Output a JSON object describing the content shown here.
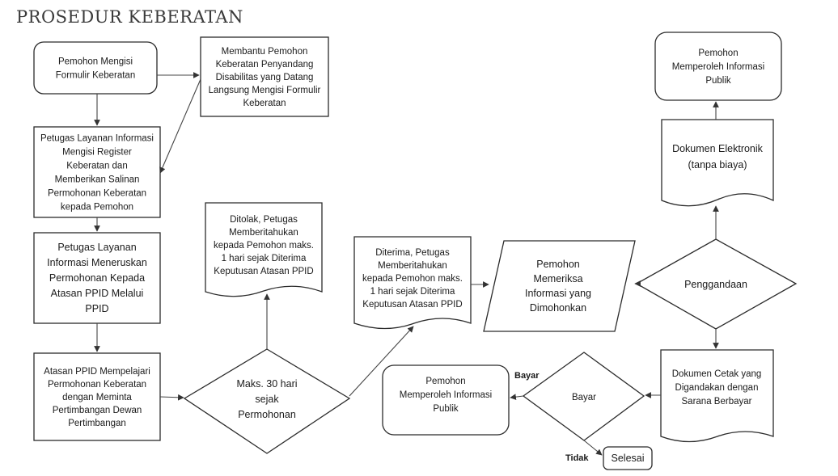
{
  "title": "PROSEDUR KEBERATAN",
  "nodes": {
    "n1": [
      "Pemohon Mengisi",
      "Formulir Keberatan"
    ],
    "n2": [
      "Membantu Pemohon",
      "Keberatan Penyandang",
      "Disabilitas yang Datang",
      "Langsung Mengisi Formulir",
      "Keberatan"
    ],
    "n3": [
      "Petugas Layanan Informasi",
      "Mengisi Register",
      "Keberatan dan",
      "Memberikan Salinan",
      "Permohonan Keberatan",
      "kepada Pemohon"
    ],
    "n4": [
      "Petugas Layanan",
      "Informasi Meneruskan",
      "Permohonan Kepada",
      "Atasan PPID Melalui",
      "PPID"
    ],
    "n5": [
      "Atasan PPID Mempelajari",
      "Permohonan Keberatan",
      "dengan Meminta",
      "Pertimbangan Dewan",
      "Pertimbangan"
    ],
    "n6": [
      "Maks. 30 hari",
      "sejak",
      "Permohonan"
    ],
    "n7": [
      "Ditolak, Petugas",
      "Memberitahukan",
      "kepada Pemohon maks.",
      "1 hari sejak Diterima",
      "Keputusan Atasan PPID"
    ],
    "n8": [
      "Diterima, Petugas",
      "Memberitahukan",
      "kepada Pemohon maks.",
      "1 hari sejak Diterima",
      "Keputusan Atasan PPID"
    ],
    "n9": [
      "Pemohon",
      "Memeriksa",
      "Informasi yang",
      "Dimohonkan"
    ],
    "n10": [
      "Penggandaan"
    ],
    "n11": [
      "Dokumen Elektronik",
      "(tanpa biaya)"
    ],
    "n12": [
      "Pemohon",
      "Memperoleh Informasi",
      "Publik"
    ],
    "n13": [
      "Dokumen Cetak yang",
      "Digandakan dengan",
      "Sarana Berbayar"
    ],
    "n14": [
      "Bayar"
    ],
    "n15": [
      "Pemohon",
      "Memperoleh Informasi",
      "Publik"
    ],
    "n16": [
      "Selesai"
    ]
  },
  "edge_labels": {
    "bayar": "Bayar",
    "tidak": "Tidak"
  }
}
